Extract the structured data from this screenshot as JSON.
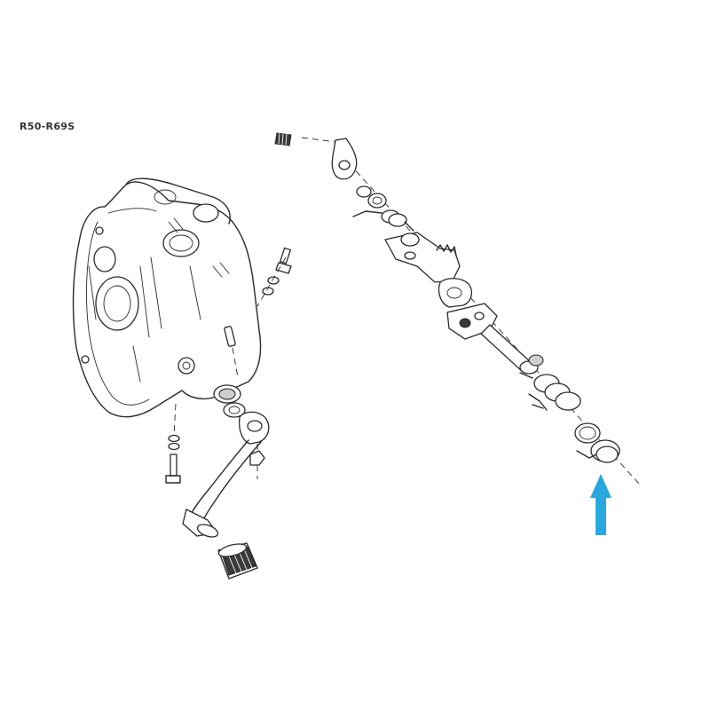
{
  "model_label": "R50-R69S",
  "pointer": {
    "color": "#29a8e0",
    "icon": "arrow-up-icon"
  },
  "parts": [
    "gearbox-housing",
    "kickstart-lever",
    "kickstart-pedal-rubber",
    "kickstart-shaft",
    "return-spring",
    "ratchet-gear-segment",
    "shift-cam-plate",
    "adjusting-screw",
    "thrust-washers"
  ]
}
